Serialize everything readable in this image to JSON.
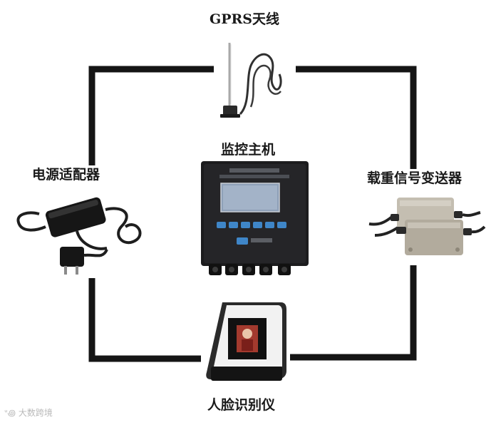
{
  "labels": {
    "antenna": "GPRS天线",
    "host": "监控主机",
    "adapter": "电源适配器",
    "transmitter": "载重信号变送器",
    "face_reader": "人脸识别仪"
  },
  "watermark": "大数跨境",
  "colors": {
    "connector_line": "#151515",
    "device_body": "#1c1c1e",
    "keypad_button": "#3f86c8",
    "transmitter_box": "#b2ab9d",
    "screen": "#8ea0b8"
  },
  "icons": {
    "antenna": "gprs-antenna-icon",
    "host": "monitor-host-icon",
    "adapter": "power-adapter-icon",
    "transmitter": "signal-transmitter-icon",
    "face_reader": "face-recognition-icon"
  }
}
